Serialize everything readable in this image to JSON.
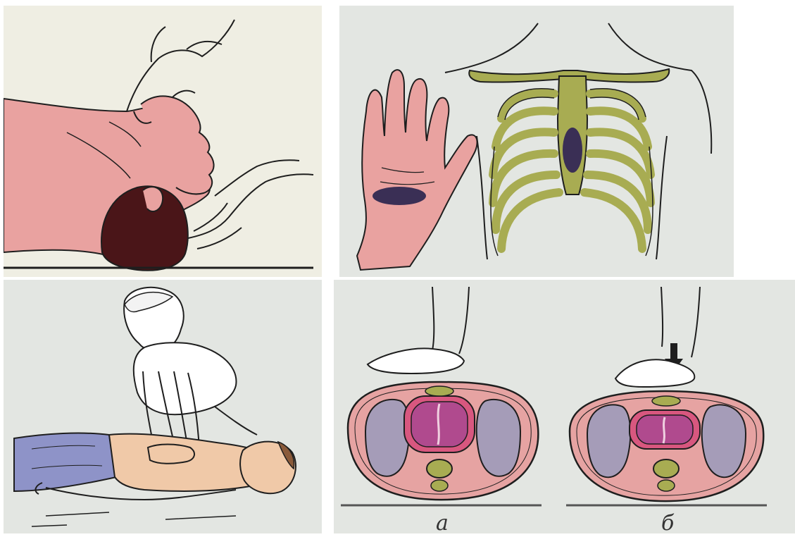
{
  "panels": {
    "head_tilt": {
      "description_name": "head-tilt-airway-panel"
    },
    "compression_point": {
      "description_name": "compression-point-panel"
    },
    "chest_compressions": {
      "description_name": "chest-compressions-panel"
    },
    "cross_sections": {
      "label_a": "а",
      "label_b": "б"
    }
  },
  "colors": {
    "panel_bg_warm": "#efeee3",
    "panel_bg_cool": "#e3e6e2",
    "skin": "#e9a2a0",
    "hair_dark": "#4a1518",
    "bone": "#a8ac52",
    "dark_mark": "#3a2f55",
    "trouser": "#8e93c8",
    "lung": "#a59cb8",
    "heart": "#b04a8e",
    "tissue": "#e6a3a2",
    "outline": "#1e1e1e"
  }
}
